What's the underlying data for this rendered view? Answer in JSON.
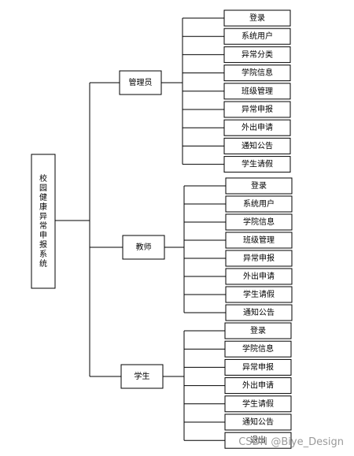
{
  "root": {
    "label": "校园健康异常申报系统"
  },
  "roles": [
    {
      "label": "管理员",
      "items": [
        "登录",
        "系统用户",
        "异常分类",
        "学院信息",
        "班级管理",
        "异常申报",
        "外出申请",
        "通知公告",
        "学生请假"
      ]
    },
    {
      "label": "教师",
      "items": [
        "登录",
        "系统用户",
        "学院信息",
        "班级管理",
        "异常申报",
        "外出申请",
        "学生请假",
        "通知公告"
      ]
    },
    {
      "label": "学生",
      "items": [
        "登录",
        "学院信息",
        "异常申报",
        "外出申请",
        "学生请假",
        "通知公告",
        "退出"
      ]
    }
  ],
  "watermark": "CSDN @Biye_Design"
}
